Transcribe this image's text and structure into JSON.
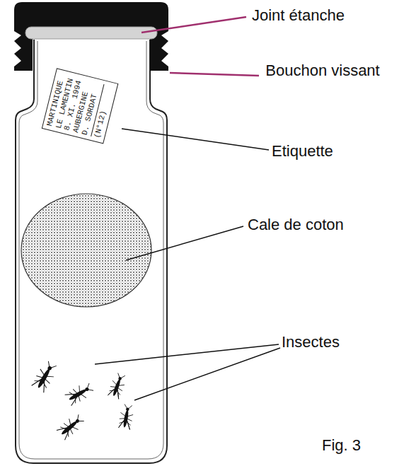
{
  "diagram": {
    "nodes": [
      {
        "text": [
          "MARTINIQUE LE LAMENTIN 8. XI. 1994 AUBERGINE D. SORDAT",
          "(N°12)"
        ]
      }
    ],
    "labels": [
      "Joint étanche",
      "Bouchon vissant",
      "Etiquette",
      "Cale de coton",
      "Insectes",
      "Fig. 3"
    ]
  }
}
